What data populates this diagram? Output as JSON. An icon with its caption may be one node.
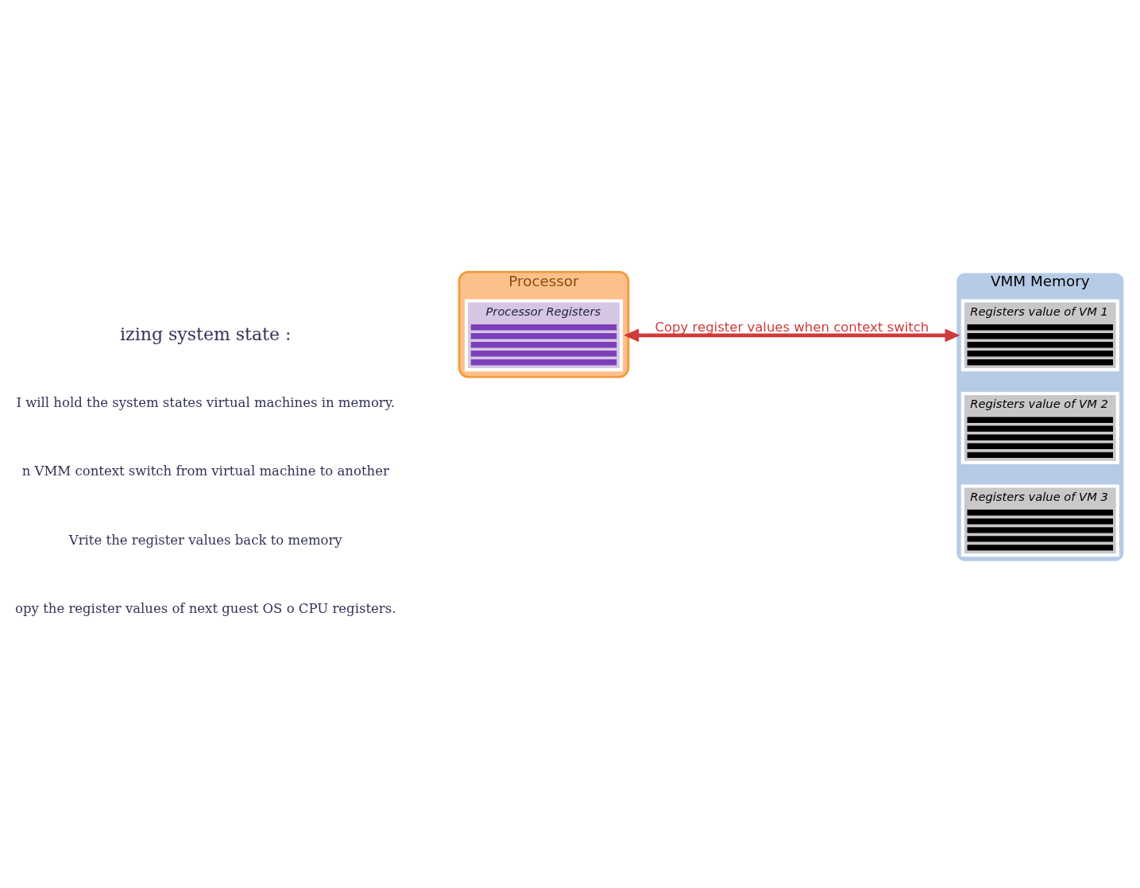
{
  "diagram": {
    "nodes": [
      {
        "text": [
          "Processor"
        ]
      },
      {
        "text": [
          "Processor Registers"
        ],
        "in": 0
      },
      {
        "text": [
          "VMM Memory"
        ]
      },
      {
        "text": [
          "Registers value of VM 1"
        ],
        "in": 2
      },
      {
        "text": [
          "Registers value of VM 2"
        ],
        "in": 2
      },
      {
        "text": [
          "Registers value of VM 3"
        ],
        "in": 2
      }
    ],
    "edges": [
      {
        "from": 0,
        "to": 2,
        "arrow": "both",
        "label": "Copy register values when context switch"
      }
    ],
    "labels": [
      "izing system state :",
      "I will hold the system states virtual machines in memory.",
      "n VMM context switch from virtual machine to another",
      "Vrite the register values back to memory",
      "opy the register values of next guest OS o CPU registers."
    ]
  }
}
